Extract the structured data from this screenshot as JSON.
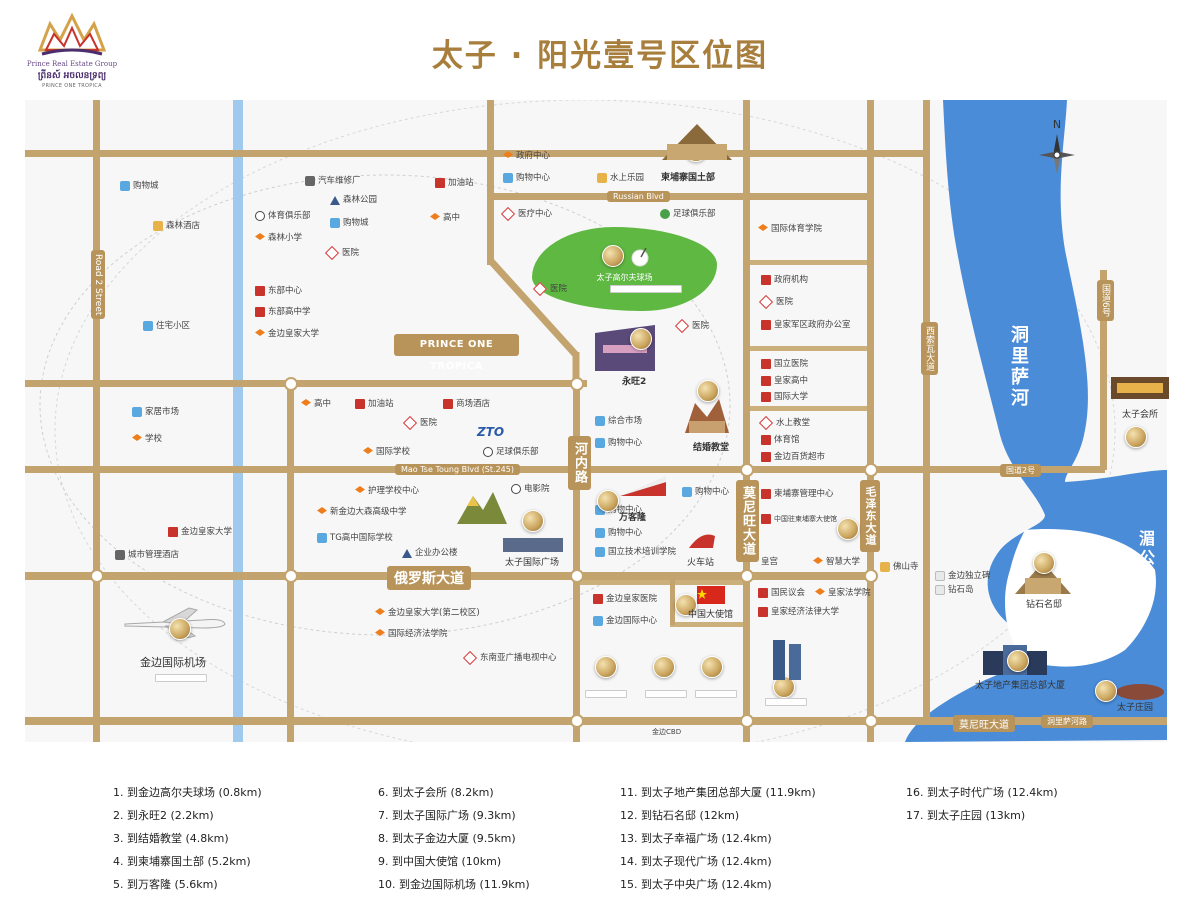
{
  "logo": {
    "line1": "Prince Real Estate Group",
    "line2": "ព្រីនស៍ អចលនទ្រព្យ",
    "line3": "PRINCE ONE TROPICA"
  },
  "title": "太子 · 阳光壹号区位图",
  "project_banner": "PRINCE ONE TROPICA",
  "road_labels": {
    "hexin_road": "河内路",
    "russia_blvd": "俄罗斯大道",
    "norodom_blvd": "莫尼旺大道",
    "mao_blvd": "毛泽东大道",
    "monivong_blvd": "莫尼旺大道",
    "sisowath": "西索瓦大道",
    "russia_road_top": "Russian Blvd",
    "mid_road": "Mao Tse Toung Blvd (St.245)",
    "norodom_bottom": "莫尼旺大道",
    "sisowath_bottom": "洞里萨河路",
    "right_road": "国道6号",
    "bottom_road1": "国道2号",
    "left_vert": "Road 2 Street",
    "cbd": "金边CBD"
  },
  "rivers": {
    "tonle_sap": "洞里萨河",
    "mekong": "湄公河"
  },
  "golf_label": "太子高尔夫球场",
  "ztolabel": "ZTO",
  "pois": [
    {
      "label": "购物城",
      "t": "shop"
    },
    {
      "label": "汽车维修厂",
      "t": "mall"
    },
    {
      "label": "加油站",
      "t": "gov"
    },
    {
      "label": "体育俱乐部",
      "t": "sport"
    },
    {
      "label": "森林公园",
      "t": "bld"
    },
    {
      "label": "高中",
      "t": "edu"
    },
    {
      "label": "森林小学",
      "t": "edu"
    },
    {
      "label": "购物城",
      "t": "shop"
    },
    {
      "label": "医院",
      "t": "med"
    },
    {
      "label": "森林酒店",
      "t": "hotel"
    },
    {
      "label": "东部中心",
      "t": "gov"
    },
    {
      "label": "东部高中学",
      "t": "gov"
    },
    {
      "label": "住宅小区",
      "t": "shop"
    },
    {
      "label": "金边皇家大学",
      "t": "edu"
    },
    {
      "label": "购物中心",
      "t": "shop"
    },
    {
      "label": "政府中心",
      "t": "gov"
    },
    {
      "label": "水上乐园",
      "t": "hotel"
    },
    {
      "label": "医疗中心",
      "t": "med"
    },
    {
      "label": "足球俱乐部",
      "t": "sport"
    },
    {
      "label": "医院",
      "t": "med"
    },
    {
      "label": "医院",
      "t": "med"
    },
    {
      "label": "国际体育学院",
      "t": "edu"
    },
    {
      "label": "政府机构",
      "t": "gov"
    },
    {
      "label": "医院",
      "t": "med"
    },
    {
      "label": "皇家军区政府办公室",
      "t": "gov"
    },
    {
      "label": "国立医院",
      "t": "gov"
    },
    {
      "label": "皇家高中",
      "t": "gov"
    },
    {
      "label": "国际大学",
      "t": "gov"
    },
    {
      "label": "水上教堂",
      "t": "med"
    },
    {
      "label": "体育馆",
      "t": "gov"
    },
    {
      "label": "金边百货超市",
      "t": "gov"
    },
    {
      "label": "高中",
      "t": "edu"
    },
    {
      "label": "加油站",
      "t": "gov"
    },
    {
      "label": "商场酒店",
      "t": "gov"
    },
    {
      "label": "医院",
      "t": "med"
    },
    {
      "label": "家居市场",
      "t": "shop"
    },
    {
      "label": "学校",
      "t": "edu"
    },
    {
      "label": "综合市场",
      "t": "shop"
    },
    {
      "label": "国际学校",
      "t": "edu"
    },
    {
      "label": "足球俱乐部",
      "t": "sport"
    },
    {
      "label": "购物中心",
      "t": "shop"
    },
    {
      "label": "购物中心",
      "t": "shop"
    },
    {
      "label": "护理学校中心",
      "t": "edu"
    },
    {
      "label": "电影院",
      "t": "sport"
    },
    {
      "label": "新金边大森高级中学",
      "t": "edu"
    },
    {
      "label": "TG高中国际学校",
      "t": "shop"
    },
    {
      "label": "企业办公楼",
      "t": "bld"
    },
    {
      "label": "金边皇家大学",
      "t": "gov"
    },
    {
      "label": "城市管理酒店",
      "t": "mall"
    },
    {
      "label": "购物中心",
      "t": "shop"
    },
    {
      "label": "购物中心",
      "t": "shop"
    },
    {
      "label": "国立技术培训学院",
      "t": "shop"
    },
    {
      "label": "柬埔寨管理中心",
      "t": "gov"
    },
    {
      "label": "中国驻柬埔寨大使馆",
      "t": "gov"
    },
    {
      "label": "皇宫",
      "t": "gov"
    },
    {
      "label": "智慧大学",
      "t": "edu"
    },
    {
      "label": "佛山寺",
      "t": "hotel"
    },
    {
      "label": "金边皇家大学(第二校区)",
      "t": "edu"
    },
    {
      "label": "国际经济法学院",
      "t": "edu"
    },
    {
      "label": "东南亚广播电视中心",
      "t": "med"
    },
    {
      "label": "金边皇家医院",
      "t": "gov"
    },
    {
      "label": "金边国际中心",
      "t": "shop"
    },
    {
      "label": "国民议会",
      "t": "gov"
    },
    {
      "label": "皇家法学院",
      "t": "edu"
    },
    {
      "label": "皇家经济法律大学",
      "t": "gov"
    },
    {
      "label": "金边独立碑",
      "t": "wht"
    },
    {
      "label": "钻石岛",
      "t": "wht"
    }
  ],
  "buildings": [
    {
      "label": "柬埔寨国土部"
    },
    {
      "label": "永旺2"
    },
    {
      "label": "结婚教堂"
    },
    {
      "label": "万客隆"
    },
    {
      "label": "火车站"
    },
    {
      "label": "太子国际广场"
    },
    {
      "label": "中国大使馆"
    },
    {
      "label": "金边国际机场"
    },
    {
      "label": "太子会所"
    },
    {
      "label": "钻石名邸"
    },
    {
      "label": "太子地产集团总部大厦"
    },
    {
      "label": "太子庄园"
    }
  ],
  "legend": [
    "1. 到金边高尔夫球场  (0.8km)",
    "2. 到永旺2  (2.2km)",
    "3. 到结婚教堂  (4.8km)",
    "4. 到柬埔寨国土部  (5.2km)",
    "5. 到万客隆  (5.6km)",
    "6. 到太子会所  (8.2km)",
    "7. 到太子国际广场  (9.3km)",
    "8. 到太子金边大厦  (9.5km)",
    "9. 到中国大使馆  (10km)",
    "10. 到金边国际机场  (11.9km)",
    "11. 到太子地产集团总部大厦  (11.9km)",
    "12. 到钻石名邸  (12km)",
    "13. 到太子幸福广场  (12.4km)",
    "14. 到太子现代广场  (12.4km)",
    "15. 到太子中央广场  (12.4km)",
    "16. 到太子时代广场  (12.4km)",
    "17. 到太子庄园  (13km)"
  ],
  "colors": {
    "road": "#c4a46e",
    "title": "#a87e3c",
    "water": "#4a8cd8",
    "golf": "#5fb842",
    "banner": "#b8945a"
  },
  "compass": "N"
}
